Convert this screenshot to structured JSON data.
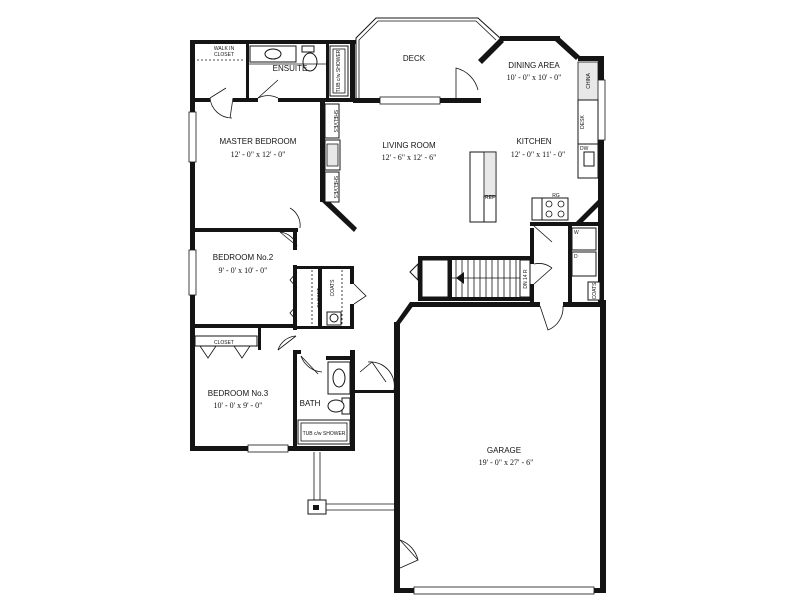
{
  "rooms": {
    "deck": {
      "name": "DECK"
    },
    "dining": {
      "name": "DINING AREA",
      "dims": "10' - 0\" x 10' - 0\""
    },
    "kitchen": {
      "name": "KITCHEN",
      "dims": "12' - 0\" x 11' - 0\""
    },
    "living": {
      "name": "LIVING ROOM",
      "dims": "12' - 6\" x 12' - 6\""
    },
    "master": {
      "name": "MASTER BEDROOM",
      "dims": "12' - 0\" x 12' - 0\""
    },
    "ensuite": {
      "name": "ENSUITE"
    },
    "bed2": {
      "name": "BEDROOM No.2",
      "dims": "9' - 0' x 10' - 0\""
    },
    "bed3": {
      "name": "BEDROOM No.3",
      "dims": "10' - 0' x 9' - 0\""
    },
    "bath": {
      "name": "BATH"
    },
    "garage": {
      "name": "GARAGE",
      "dims": "19' - 0\" x 27' - 6\""
    }
  },
  "labels": {
    "walk_in_1": "WALK IN",
    "walk_in_2": "CLOSET",
    "tub_shower": "TUB c/w SHOWER",
    "tub_shower_bath": "TUB c/w SHOWER",
    "shelves_1": "SHELVES",
    "shelves_2": "SHELVES",
    "closet_hall": "CLOSET",
    "coats_hall": "COATS",
    "closet_bed3": "CLOSET",
    "china": "CHINA",
    "desk": "DESK",
    "dw": "DW",
    "rg": "RG",
    "ref": "REF",
    "dn": "DN 14 R",
    "coats_kitchen": "COATS",
    "w": "W",
    "d": "D"
  }
}
